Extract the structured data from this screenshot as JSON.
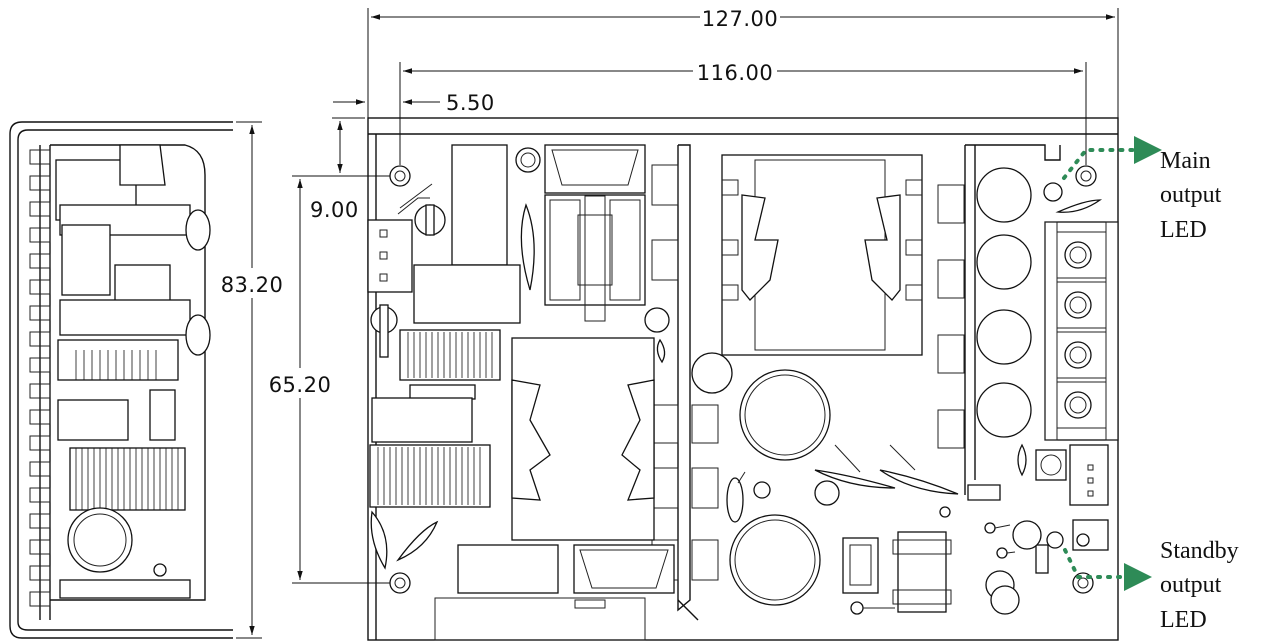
{
  "dimensions": {
    "overall_length": "127.00",
    "hole_spacing_length": "116.00",
    "hole_offset_x": "5.50",
    "hole_offset_y": "9.00",
    "overall_width": "83.20",
    "hole_spacing_width": "65.20"
  },
  "annotations": {
    "main_led": [
      "Main",
      "output",
      "LED"
    ],
    "standby_led": [
      "Standby",
      "output",
      "LED"
    ]
  },
  "colors": {
    "line": "#111111",
    "led_indicator": "#2e8b57"
  }
}
